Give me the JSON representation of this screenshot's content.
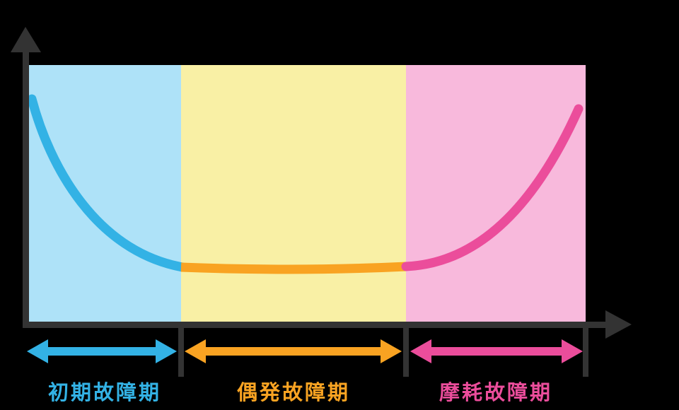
{
  "diagram": {
    "background_color": "#000000",
    "axis_color": "#333333",
    "phases": [
      {
        "label": "初期故障期",
        "band_color": "#AEE2F8",
        "accent_color": "#33B2E5"
      },
      {
        "label": "偶発故障期",
        "band_color": "#F9F0A5",
        "accent_color": "#F9A322"
      },
      {
        "label": "摩耗故障期",
        "band_color": "#F8B9DC",
        "accent_color": "#EB4D9B"
      }
    ]
  },
  "chart_data": {
    "type": "line",
    "title": "",
    "xlabel": "",
    "ylabel": "",
    "x_axis_ticks": [],
    "y_axis_ticks": [],
    "legend": [],
    "categories": [
      "初期故障期",
      "偶発故障期",
      "摩耗故障期"
    ],
    "series": [
      {
        "name": "failure-rate-curve",
        "description": "bathtub curve: high at start, decreasing; flat low in middle; rising steeply at end",
        "points_normalized_x_y": [
          [
            0.0,
            0.87
          ],
          [
            0.07,
            0.6
          ],
          [
            0.15,
            0.35
          ],
          [
            0.27,
            0.22
          ],
          [
            0.4,
            0.21
          ],
          [
            0.55,
            0.21
          ],
          [
            0.68,
            0.22
          ],
          [
            0.8,
            0.35
          ],
          [
            0.9,
            0.6
          ],
          [
            0.98,
            0.84
          ]
        ]
      }
    ]
  }
}
